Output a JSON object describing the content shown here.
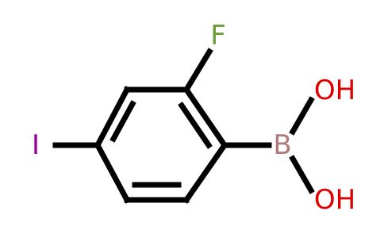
{
  "molecule": {
    "atoms": {
      "fluorine": {
        "symbol": "F",
        "color": "#6a9e3a"
      },
      "iodine": {
        "symbol": "I",
        "color": "#94009e"
      },
      "boron": {
        "symbol": "B",
        "color": "#b07a7a"
      },
      "hydroxyl_top": {
        "symbol": "OH",
        "color": "#e00000"
      },
      "hydroxyl_bottom": {
        "symbol": "OH",
        "color": "#e00000"
      }
    },
    "bond_color": "#000000"
  }
}
